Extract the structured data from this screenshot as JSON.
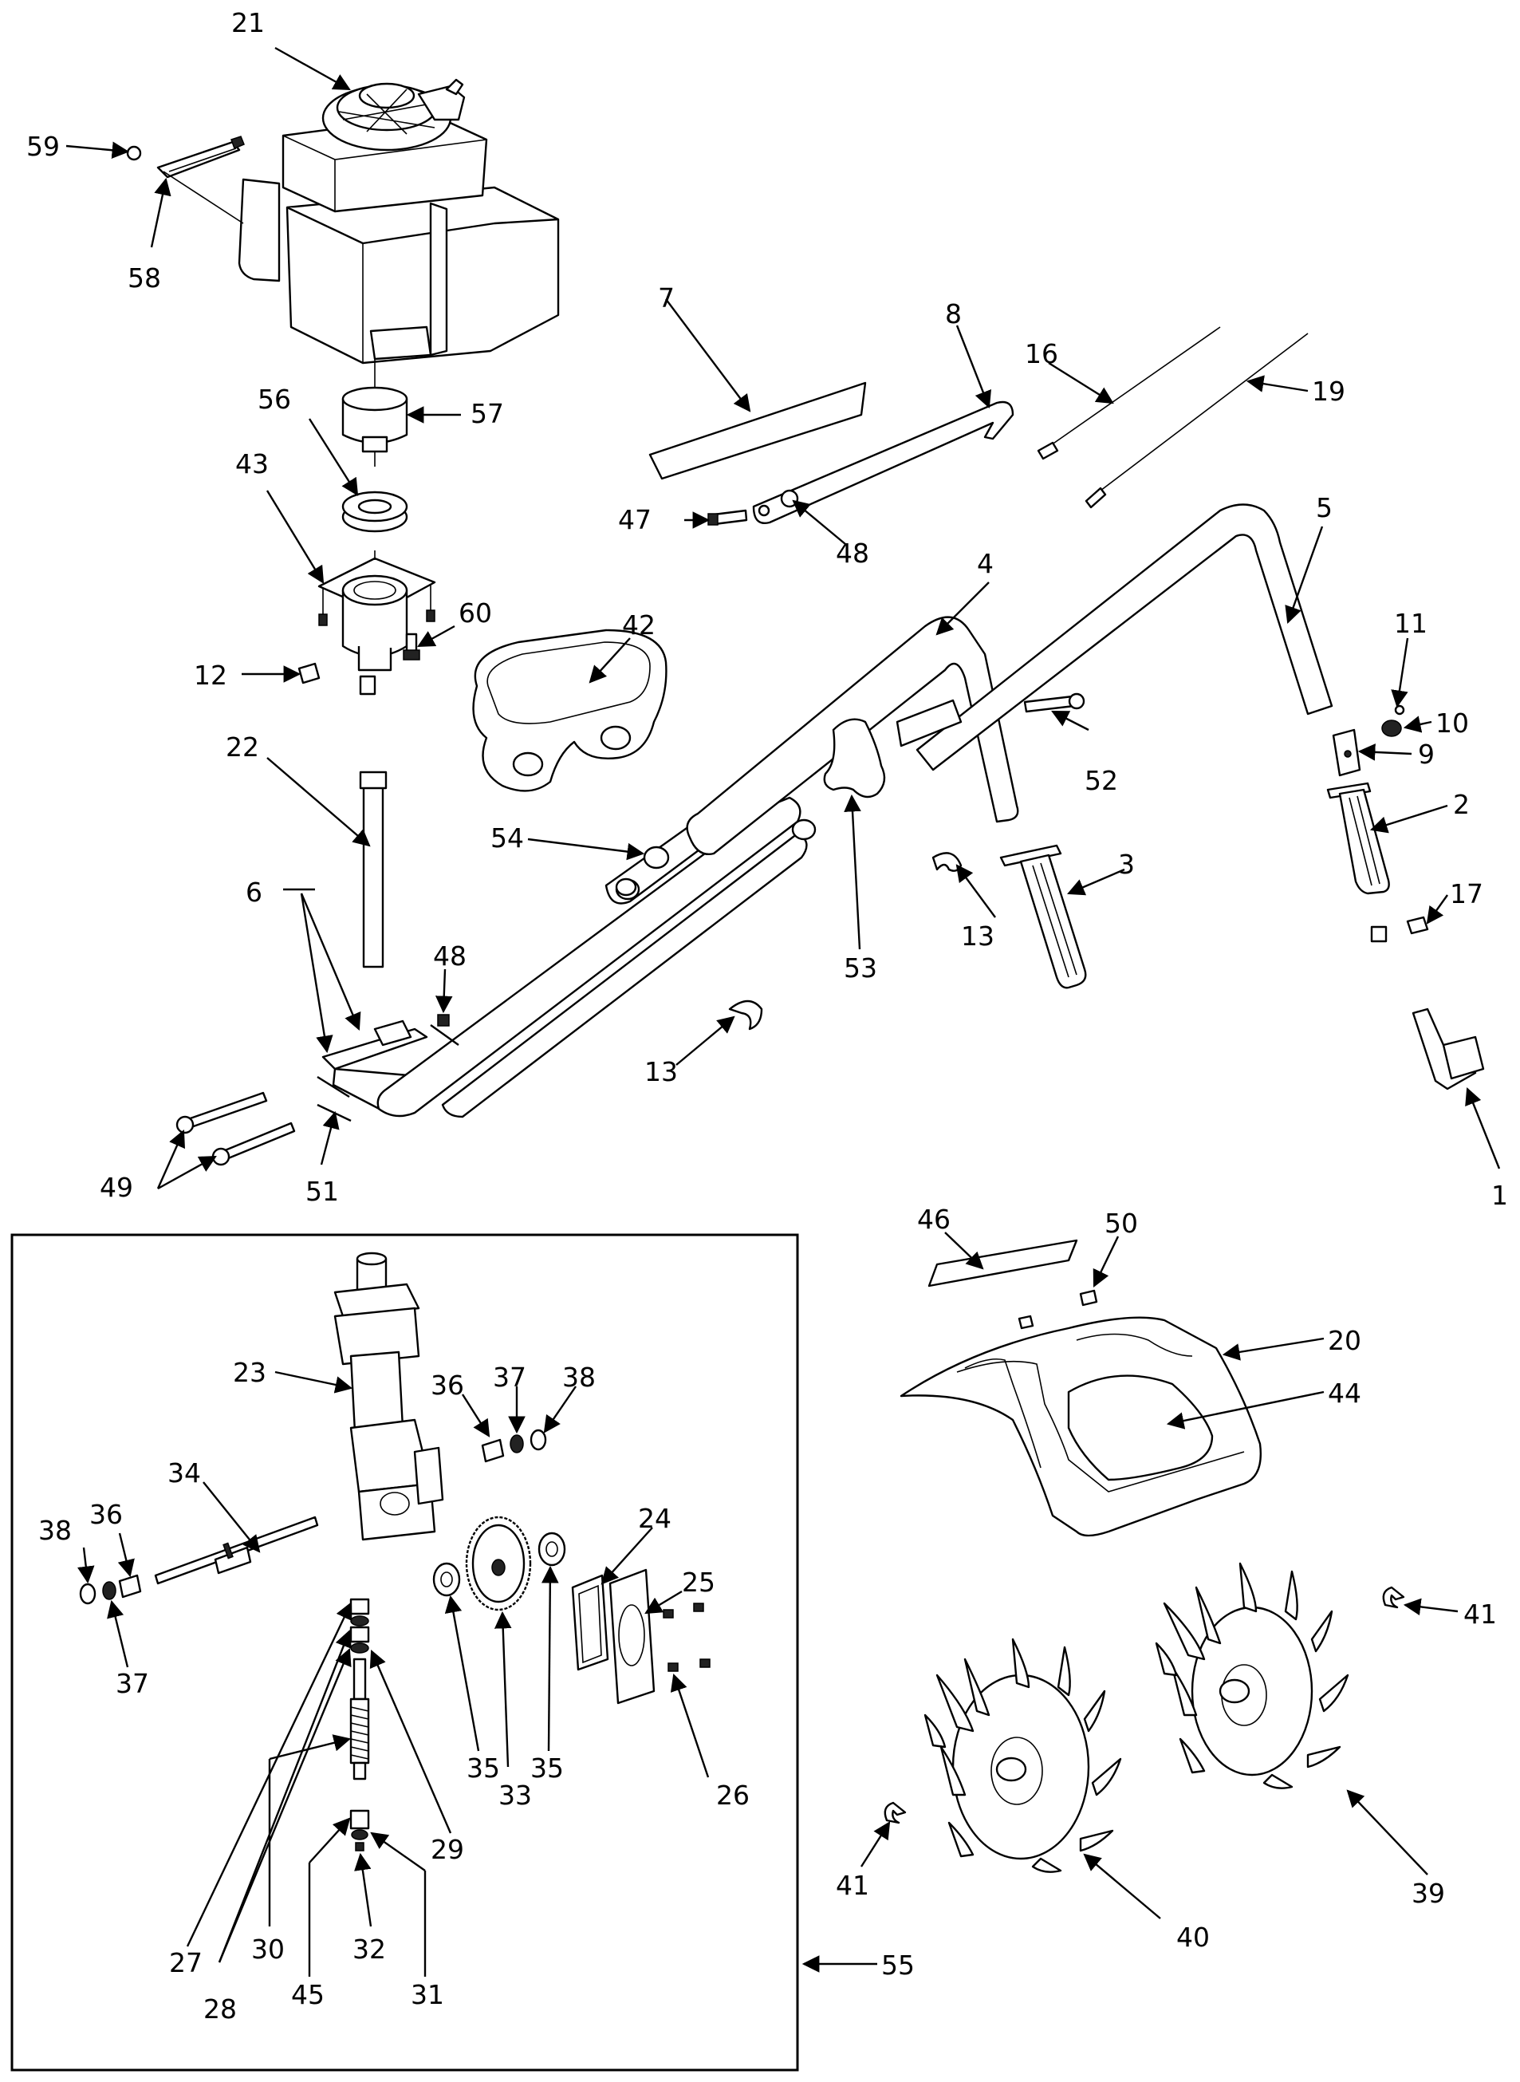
{
  "callouts": {
    "c1": "1",
    "c2": "2",
    "c3": "3",
    "c4": "4",
    "c5": "5",
    "c6": "6",
    "c7": "7",
    "c8": "8",
    "c9": "9",
    "c10": "10",
    "c11": "11",
    "c12": "12",
    "c13a": "13",
    "c13b": "13",
    "c16": "16",
    "c17": "17",
    "c19": "19",
    "c20": "20",
    "c21": "21",
    "c22": "22",
    "c23": "23",
    "c24": "24",
    "c25": "25",
    "c26": "26",
    "c27": "27",
    "c28": "28",
    "c29": "29",
    "c30": "30",
    "c31": "31",
    "c32": "32",
    "c33": "33",
    "c34": "34",
    "c35a": "35",
    "c35b": "35",
    "c36a": "36",
    "c36b": "36",
    "c37a": "37",
    "c37b": "37",
    "c38a": "38",
    "c38b": "38",
    "c39": "39",
    "c40": "40",
    "c41a": "41",
    "c41b": "41",
    "c42": "42",
    "c43": "43",
    "c44": "44",
    "c45": "45",
    "c46": "46",
    "c47": "47",
    "c48a": "48",
    "c48b": "48",
    "c49": "49",
    "c50": "50",
    "c51": "51",
    "c52": "52",
    "c53": "53",
    "c54": "54",
    "c55": "55",
    "c56": "56",
    "c57": "57",
    "c58": "58",
    "c59": "59",
    "c60": "60"
  }
}
